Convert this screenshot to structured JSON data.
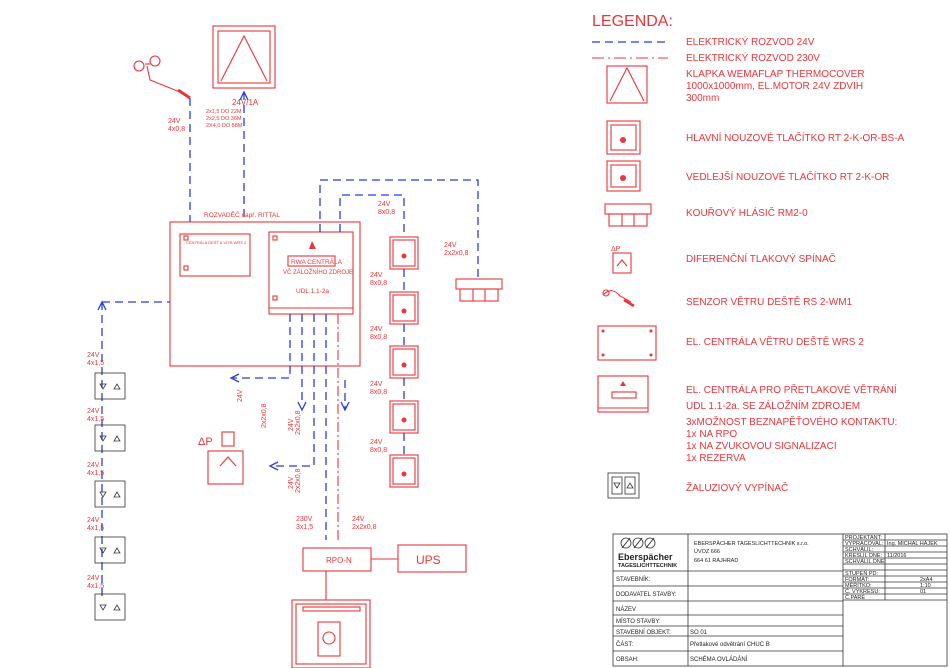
{
  "legend": {
    "title": "LEGENDA:",
    "items": [
      "ELEKTRICKÝ ROZVOD 24V",
      "ELEKTRICKÝ ROZVOD 230V",
      "KLAPKA WEMAFLAP THERMOCOVER",
      "1000x1000mm, EL.MOTOR 24V ZDVIH",
      "300mm",
      "HLAVNÍ NOUZOVÉ TLAČÍTKO RT 2-K-OR-BS-A",
      "VEDLEJŠÍ NOUZOVÉ TLAČÍTKO RT 2-K-OR",
      "KOUŘOVÝ HLÁSIČ RM2-0",
      "DIFERENČNÍ TLAKOVÝ SPÍNAČ",
      "SENZOR VĚTRU DEŠTĚ RS 2-WM1",
      "EL. CENTRÁLA VĚTRU DEŠTĚ WRS 2",
      "EL. CENTRÁLA PRO PŘETLAKOVÉ VĚTRÁNÍ",
      "UDL 1.1-2a. SE ZÁLOŽNÍM ZDROJEM",
      "3xMOŽNOST BEZNAPĚŤOVÉHO KONTAKTU:",
      "1x NA RPO",
      "1x NA ZVUKOVOU SIGNALIZACI",
      "1x REZERVA",
      "ŽALUZIOVÝ VYPÍNAČ"
    ]
  },
  "diagram": {
    "rozvadec": "ROZVADĚČ např. RITTAL",
    "rwa_1": "RWA CENTRÁLA",
    "rwa_2": "VČ ZÁLOŽNÍHO ZDROJE",
    "rwa_3": "UDL 1.1-2a",
    "wrs_label": "CENTRÁLA DEŠŤ A VÍTR WRS 2",
    "flap_rating": "24V/1A",
    "flap_c1": "2x1,5 DO 22M",
    "flap_c2": "2x2,5 DO 36M",
    "flap_c3": "2X4,0 DO 58M",
    "v24": "24V",
    "c4x08": "4x0,8",
    "c8x08": "8x0,8",
    "c2x08": "2x2x0,8",
    "c4x15": "4x1,5",
    "v230": "230V",
    "c3x15": "3x1,5",
    "dp": "ΔP",
    "rpo": "RPO-N",
    "ups": "UPS"
  },
  "titleblock": {
    "company_1": "EBERSPÄCHER TAGESLICHTTECHNIK s.r.o.",
    "company_2": "ÚVOZ 666",
    "company_3": "664 61 RAJHRAD",
    "logo_1": "Eberspächer",
    "logo_2": "TAGESLICHTTECHNIK",
    "projektant": "PROJEKTANT:",
    "vypracoval": "VYPRACOVAL:",
    "vypracoval_val": "Ing. MICHAL HÁJEK",
    "schvalil": "SCHVÁLIL:",
    "kreslil": "KRESLIL DNE:",
    "kreslil_val": "11/2016",
    "schvalil_dne": "SCHVÁLIL DNE:",
    "stupen": "STUPEŇ PD:",
    "format": "FORMÁT:",
    "format_val": "2xA4",
    "meritko": "MĚŘÍTKO:",
    "meritko_val": "1:10",
    "cislo": "Č. VÝKRESU:",
    "cislo_val": "01",
    "pare": "Č.PARÉ",
    "stavebnik": "STAVEBNÍK:",
    "dodavatel": "DODAVATEL STAVBY:",
    "nazev": "NÁZEV",
    "misto": "MÍSTO STAVBY:",
    "objekt": "STAVEBNÍ OBJEKT:",
    "objekt_val": "SO 01",
    "cast": "ČÁST:",
    "cast_val": "Přetlakové odvětrání CHUC B",
    "obsah": "OBSAH:",
    "obsah_val": "SCHÉMA OVLÁDÁNÍ"
  }
}
